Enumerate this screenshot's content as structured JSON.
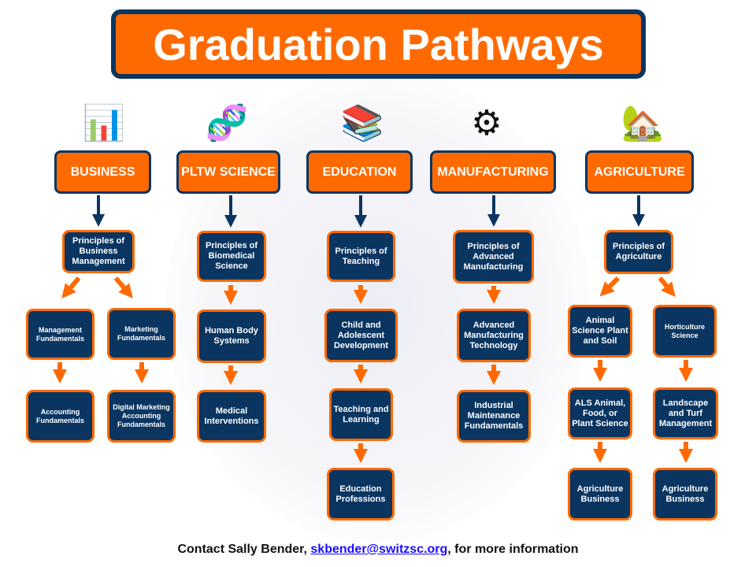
{
  "title": "Graduation Pathways",
  "pathways": [
    {
      "name": "BUSINESS",
      "icon": "presentation-icon",
      "courses": [
        "Principles of Business Management",
        "Management Fundamentals",
        "Marketing Fundamentals",
        "Accounting Fundamentals",
        "Digital Marketing Accounting Fundamentals"
      ]
    },
    {
      "name": "PLTW SCIENCE",
      "icon": "dna-icon",
      "courses": [
        "Principles of Biomedical Science",
        "Human Body Systems",
        "Medical Interventions"
      ]
    },
    {
      "name": "EDUCATION",
      "icon": "books-icon",
      "courses": [
        "Principles of Teaching",
        "Child and Adolescent Development",
        "Teaching and Learning",
        "Education Professions"
      ]
    },
    {
      "name": "MANUFACTURING",
      "icon": "engineer-gear-icon",
      "courses": [
        "Principles of Advanced Manufacturing",
        "Advanced Manufacturing Technology",
        "Industrial Maintenance Fundamentals"
      ]
    },
    {
      "name": "AGRICULTURE",
      "icon": "farm-icon",
      "courses": [
        "Principles of Agriculture",
        "Animal Science Plant and Soil",
        "Horticulture Science",
        "ALS Animal, Food, or Plant Science",
        "Landscape and Turf Management",
        "Agriculture Business",
        "Agriculture Business"
      ]
    }
  ],
  "footer": {
    "prefix": "Contact Sally Bender, ",
    "email": "skbender@switzsc.org",
    "suffix": ", for more information"
  },
  "colors": {
    "navy": "#0a3561",
    "orange": "#ff6a00",
    "link": "#1a0dff"
  }
}
